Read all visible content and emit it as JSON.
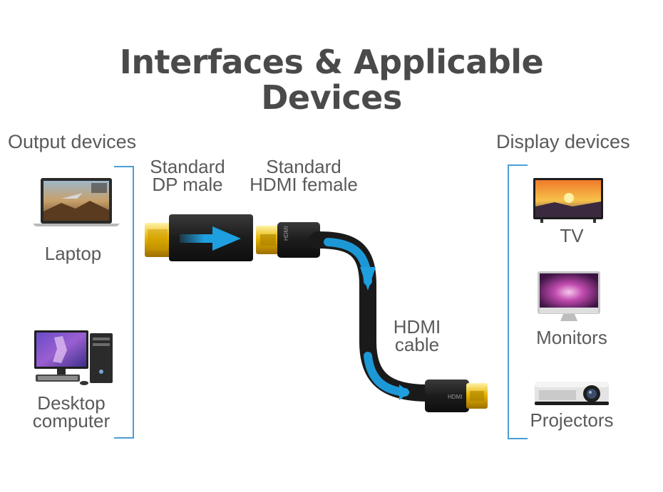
{
  "title": {
    "line1": "Interfaces & Applicable",
    "line2": "Devices"
  },
  "output": {
    "heading": "Output devices",
    "laptop": "Laptop",
    "desktop_line1": "Desktop",
    "desktop_line2": "computer"
  },
  "display": {
    "heading": "Display devices",
    "tv": "TV",
    "monitors": "Monitors",
    "projectors": "Projectors"
  },
  "connectors": {
    "dp_line1": "Standard",
    "dp_line2": "DP male",
    "hdmi_female_line1": "Standard",
    "hdmi_female_line2": "HDMI female",
    "cable_line1": "HDMI",
    "cable_line2": "cable",
    "plug_text": "HDMI"
  },
  "colors": {
    "accent_blue": "#1e9fe0",
    "cable_black": "#1a1a1a",
    "gold": "#e8b400",
    "bracket": "#4a9ed6"
  }
}
